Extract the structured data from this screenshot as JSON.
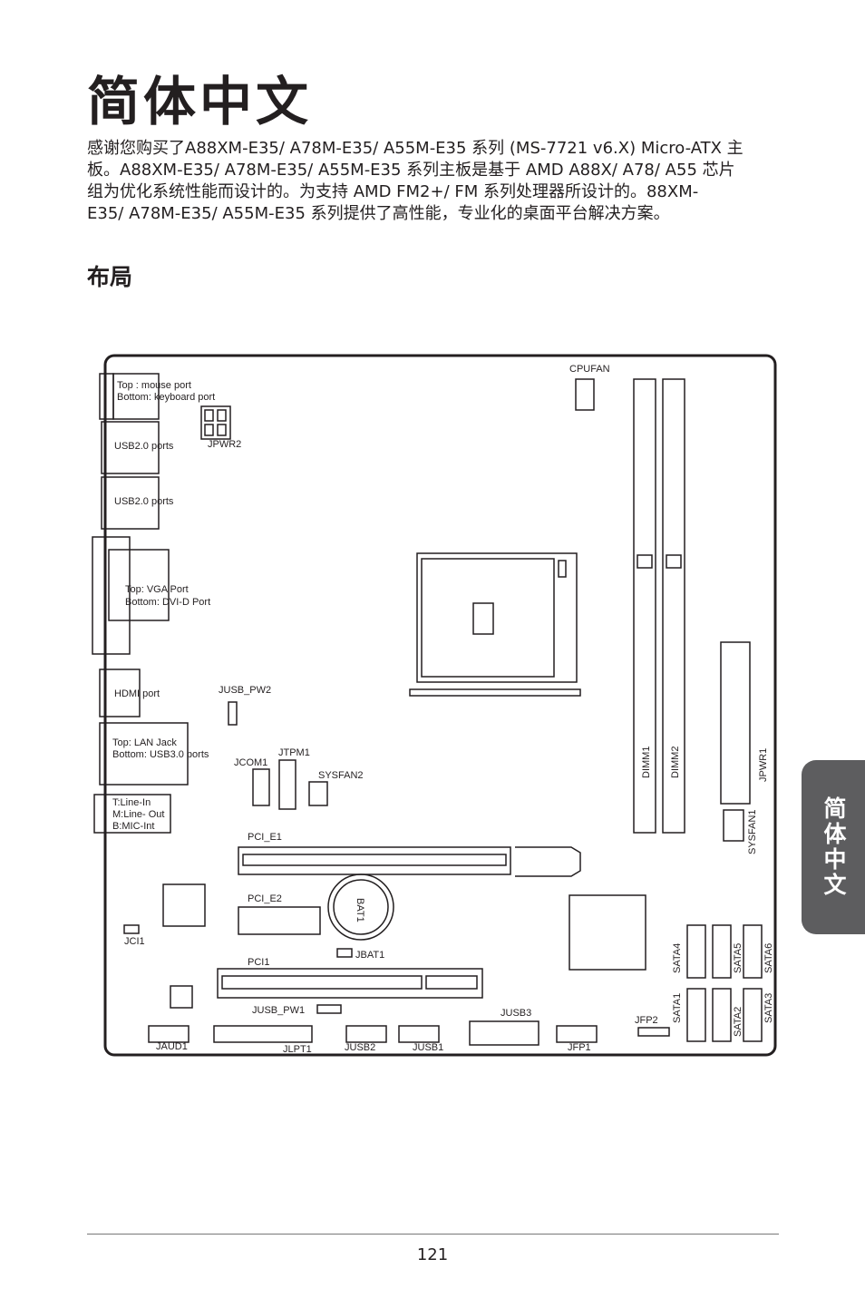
{
  "title": "简体中文",
  "intro_lines": [
    "感谢您购买了A88XM-E35/ A78M-E35/ A55M-E35 系列 (MS-7721 v6.X) Micro-ATX 主",
    "板。A88XM-E35/ A78M-E35/ A55M-E35 系列主板是基于 AMD A88X/ A78/ A55 芯片",
    "组为优化系统性能而设计的。为支持 AMD FM2+/ FM 系列处理器所设计的。88XM-",
    "E35/ A78M-E35/ A55M-E35 系列提供了高性能，专业化的桌面平台解决方案。"
  ],
  "section_title": "布局",
  "side_tab": "简体中文",
  "page_number": "121",
  "layout_labels": {
    "ps2_top": "Top : mouse port",
    "ps2_bottom": "Bottom: keyboard port",
    "usb_a": "USB2.0 ports",
    "usb_b": "USB2.0 ports",
    "vga_top": "Top: VGA Port",
    "vga_bottom": "Bottom: DVI-D Port",
    "hdmi": "HDMI port",
    "lan_top": "Top: LAN Jack",
    "lan_bottom": "Bottom: USB3.0 ports",
    "audio_t": "T:Line-In",
    "audio_m": "M:Line- Out",
    "audio_b": "B:MIC-Int",
    "jpwr2": "JPWR2",
    "cpufan": "CPUFAN",
    "jusb_pw2": "JUSB_PW2",
    "jtpm1": "JTPM1",
    "jcom1": "JCOM1",
    "sysfan2": "SYSFAN2",
    "dimm1": "DIMM1",
    "dimm2": "DIMM2",
    "jpwr1": "JPWR1",
    "sysfan1": "SYSFAN1",
    "pci_e1": "PCI_E1",
    "pci_e2": "PCI_E2",
    "bat1": "BAT1",
    "jci1": "JCI1",
    "jbat1": "JBAT1",
    "pci1": "PCI1",
    "jusb_pw1": "JUSB_PW1",
    "jusb3": "JUSB3",
    "jfp2": "JFP2",
    "sata1": "SATA1",
    "sata2": "SATA2",
    "sata3": "SATA3",
    "sata4": "SATA4",
    "sata5": "SATA5",
    "sata6": "SATA6",
    "jaud1": "JAUD1",
    "jlpt1": "JLPT1",
    "jusb2": "JUSB2",
    "jusb1": "JUSB1",
    "jfp1": "JFP1"
  }
}
